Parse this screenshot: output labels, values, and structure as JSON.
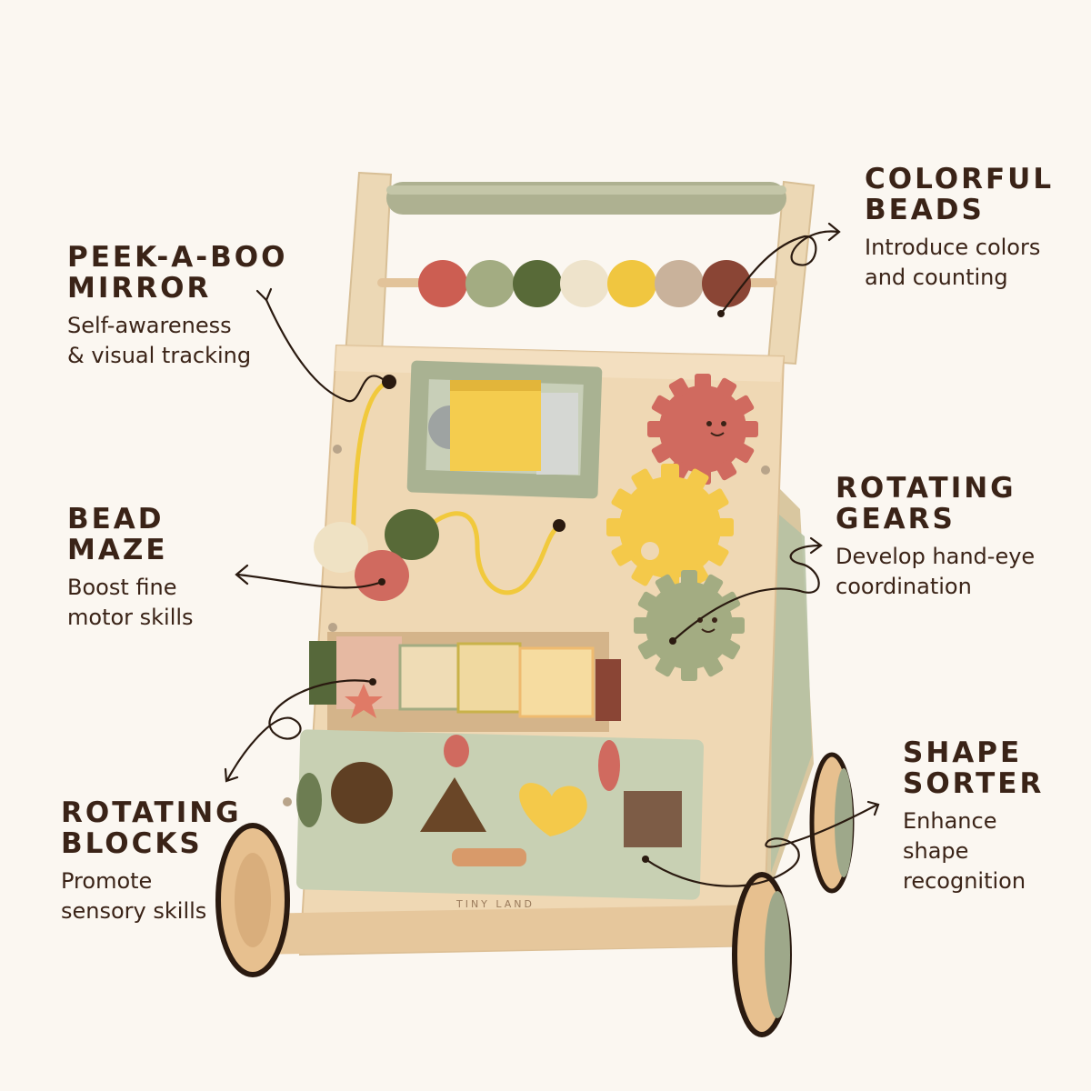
{
  "brand": "TINY LAND",
  "callouts": {
    "mirror": {
      "title": [
        "PEEK-A-BOO",
        "MIRROR"
      ],
      "desc": [
        "Self-awareness",
        "& visual tracking"
      ]
    },
    "bead_maze": {
      "title": [
        "BEAD",
        "MAZE"
      ],
      "desc": [
        "Boost fine",
        "motor skills"
      ]
    },
    "blocks": {
      "title": [
        "ROTATING",
        "BLOCKS"
      ],
      "desc": [
        "Promote",
        "sensory skills"
      ]
    },
    "beads": {
      "title": [
        "COLORFUL",
        "BEADS"
      ],
      "desc": [
        "Introduce colors",
        "and counting"
      ]
    },
    "gears": {
      "title": [
        "ROTATING",
        "GEARS"
      ],
      "desc": [
        "Develop hand-eye",
        "coordination"
      ]
    },
    "sorter": {
      "title": [
        "SHAPE",
        "SORTER"
      ],
      "desc": [
        "Enhance",
        "shape",
        "recognition"
      ]
    }
  },
  "colors": {
    "background": "#fbf7f1",
    "text": "#3a2317",
    "wood": "#ecd2ac",
    "sage": "#9ea88a",
    "coral": "#d06a5f",
    "yellow": "#f4c94a",
    "olive": "#56683a",
    "brown": "#8a4535"
  },
  "bead_colors": [
    "#cc5e52",
    "#a3ac82",
    "#586a38",
    "#eee3cb",
    "#f0c640",
    "#c9b29b",
    "#8a4535"
  ]
}
